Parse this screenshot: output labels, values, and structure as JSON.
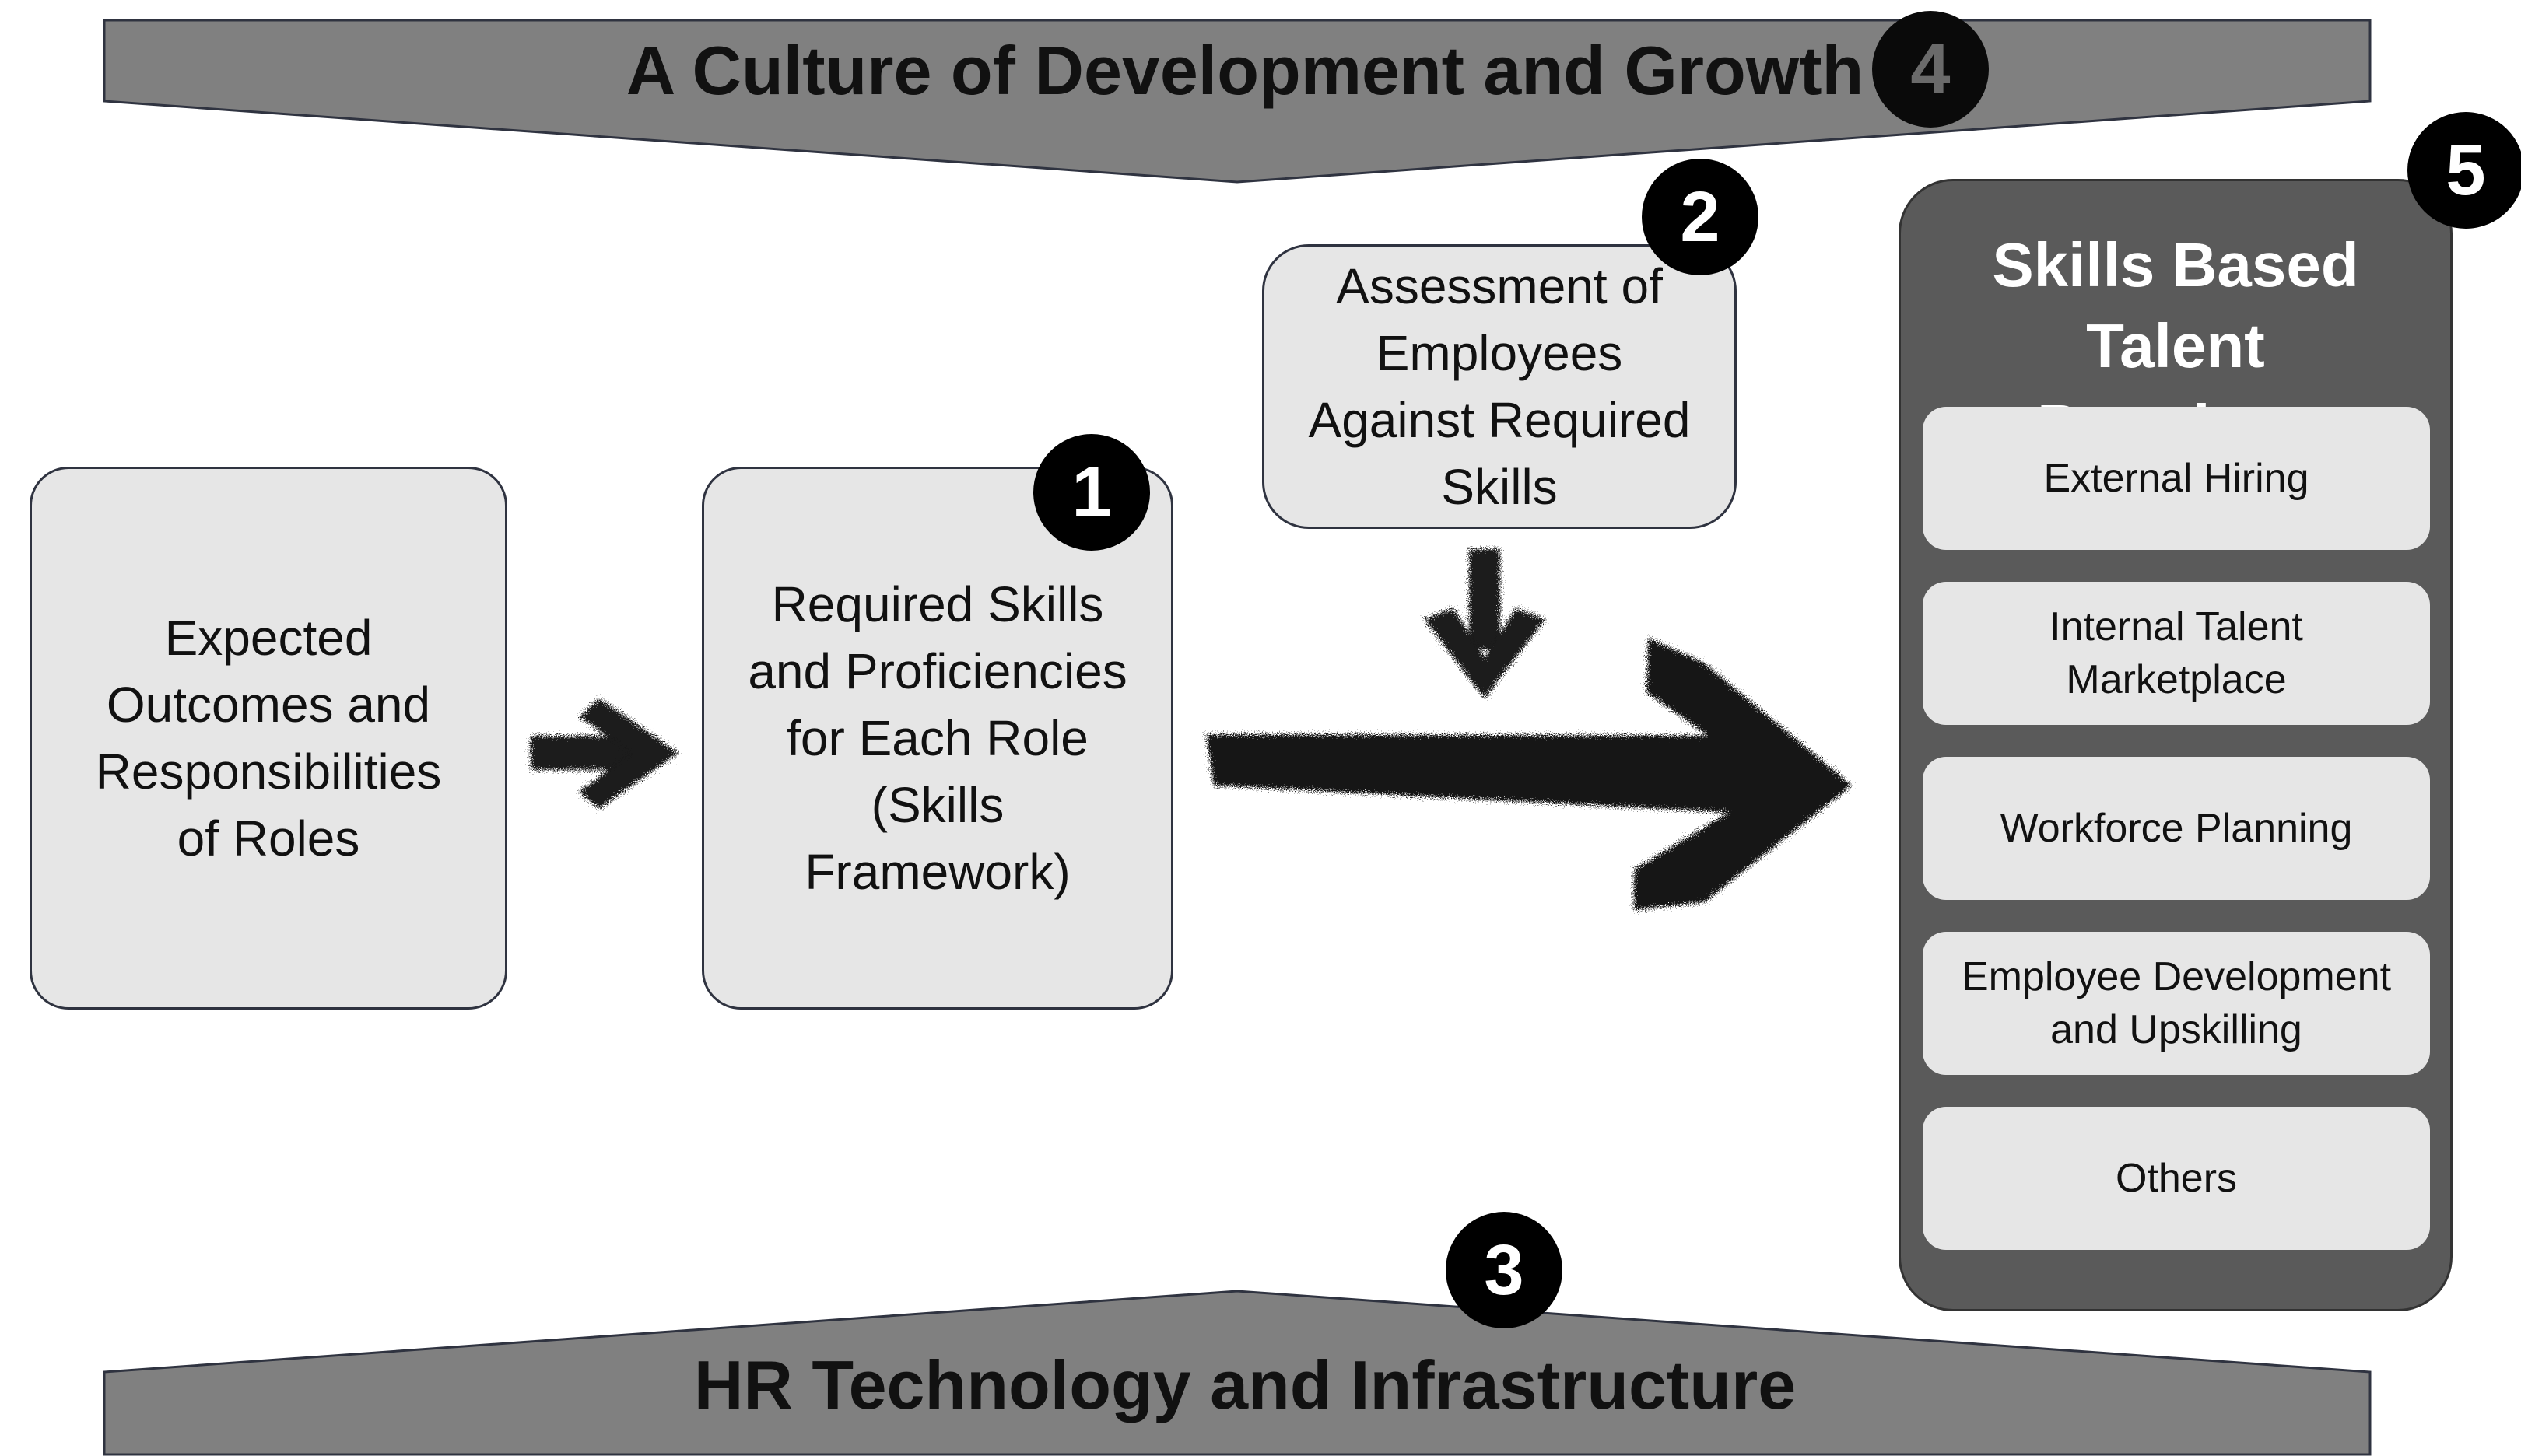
{
  "banners": {
    "top_title": "A Culture of Development and Growth",
    "bottom_title": "HR Technology and Infrastructure"
  },
  "boxes": {
    "outcomes": "Expected Outcomes and Responsibilities of Roles",
    "skills_framework": "Required Skills and Proficiencies for Each Role (Skills Framework)",
    "assessment": "Assessment of Employees Against Required Skills"
  },
  "panel": {
    "title": "Skills Based Talent Practices",
    "items": [
      "External Hiring",
      "Internal Talent Marketplace",
      "Workforce Planning",
      "Employee Development and Upskilling",
      "Others"
    ]
  },
  "badges": {
    "one": "1",
    "two": "2",
    "three": "3",
    "four": "4",
    "five": "5"
  },
  "colors": {
    "banner_fill": "#808080",
    "box_fill": "#e6e6e6",
    "panel_fill": "#5a5a5a",
    "badge_fill": "#000000"
  }
}
